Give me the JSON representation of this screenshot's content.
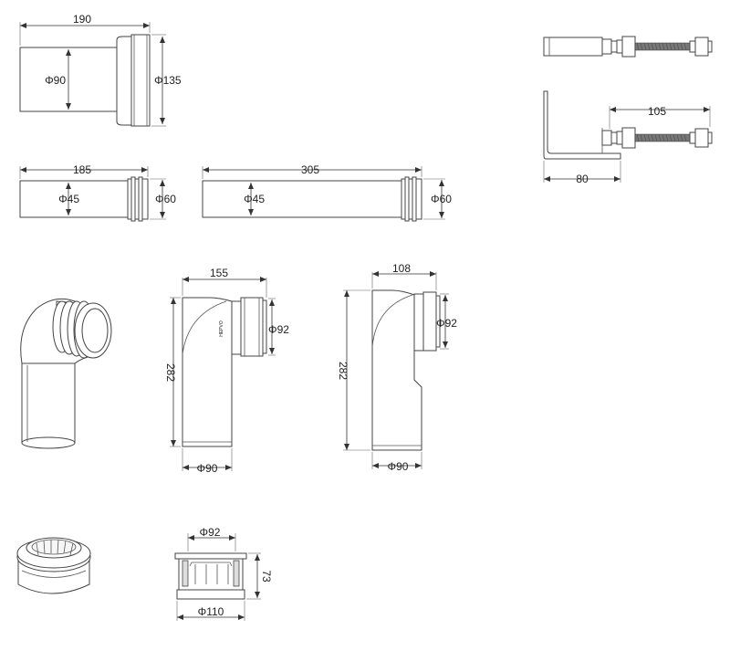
{
  "dims": {
    "d190": "190",
    "d90a": "Φ90",
    "d135": "Φ135",
    "d185": "185",
    "d45a": "Φ45",
    "d60a": "Φ60",
    "d305": "305",
    "d45b": "Φ45",
    "d60b": "Φ60",
    "d105": "105",
    "d80": "80",
    "d155": "155",
    "d92a": "Φ92",
    "d282a": "282",
    "d90b": "Φ90",
    "d108": "108",
    "d92b": "Φ92",
    "d282b": "282",
    "d90c": "Φ90",
    "d92c": "Φ92",
    "d73": "73",
    "d110": "Φ110"
  },
  "stamp": "HEPVO"
}
